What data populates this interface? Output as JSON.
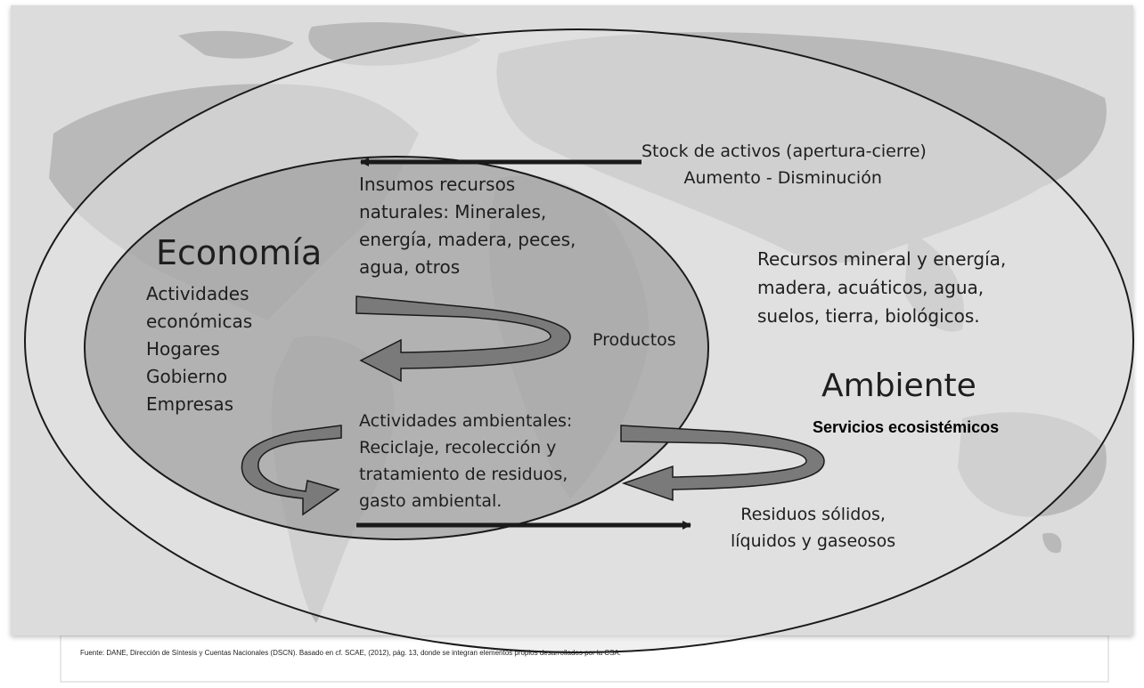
{
  "economy": {
    "title": "Economía",
    "actors": [
      "Actividades",
      "económicas",
      "Hogares",
      "Gobierno",
      "Empresas"
    ]
  },
  "natural_inputs": {
    "lines": [
      "Insumos recursos",
      "naturales: Minerales,",
      "energía, madera, peces,",
      "agua, otros"
    ]
  },
  "stock": {
    "lines": [
      "Stock de activos (apertura-cierre)",
      "Aumento - Disminución"
    ]
  },
  "resources": {
    "lines": [
      "Recursos mineral y energía,",
      "madera, acuáticos, agua,",
      "suelos, tierra, biológicos."
    ]
  },
  "products_label": "Productos",
  "environment": {
    "title": "Ambiente",
    "services": "Servicios ecosistémicos"
  },
  "environmental_activities": {
    "lines": [
      "Actividades ambientales:",
      "Reciclaje, recolección y",
      "tratamiento de residuos,",
      "gasto ambiental."
    ]
  },
  "waste": {
    "lines": [
      "Residuos sólidos,",
      "líquidos y gaseosos"
    ]
  },
  "source_note": "Fuente: DANE, Dirección de Síntesis y Cuentas Nacionales (DSCN). Basado en cf. SCAE, (2012), pág. 13, donde se integran elementos propios desarrollados por la CSA.",
  "colors": {
    "panel_bg": "#dcdcdc",
    "continents": "#b9b9b9",
    "outer_ellipse": "#e3e3e3",
    "inner_ellipse": "#9f9f9f",
    "curved_arrow_fill": "#7a7a7a",
    "arrow_stroke": "#1a1a1a"
  }
}
